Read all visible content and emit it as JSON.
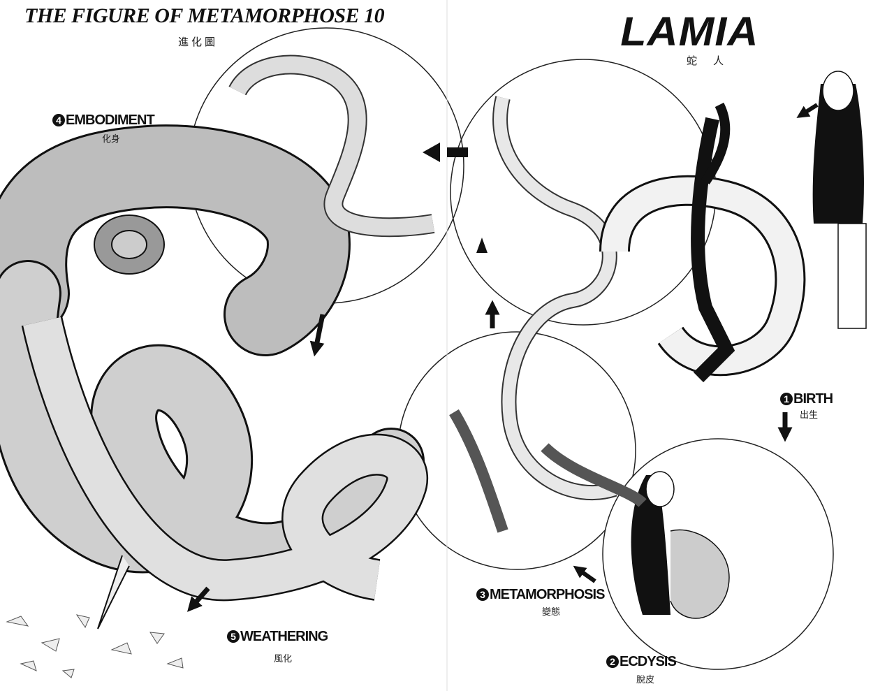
{
  "left_page": {
    "title": "THE FIGURE OF METAMORPHOSE 10",
    "subtitle": "進化圖"
  },
  "right_page": {
    "title": "LAMIA",
    "subtitle": "蛇　人"
  },
  "stages": [
    {
      "num": "1",
      "label": "BIRTH",
      "chinese": "出生"
    },
    {
      "num": "2",
      "label": "ECDYSIS",
      "chinese": "脫皮"
    },
    {
      "num": "3",
      "label": "METAMORPHOSIS",
      "chinese": "變態"
    },
    {
      "num": "4",
      "label": "EMBODIMENT",
      "chinese": "化身"
    },
    {
      "num": "5",
      "label": "WEATHERING",
      "chinese": "風化"
    }
  ],
  "colors": {
    "ink": "#111111",
    "tone": "#b8b8b8",
    "paper": "#ffffff"
  }
}
